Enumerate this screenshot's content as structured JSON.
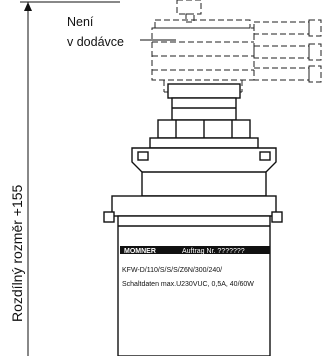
{
  "callout": {
    "line1": "Není",
    "line2": "v dodávce"
  },
  "dimension": {
    "label": "Rozdílný rozměr +155"
  },
  "nameplate": {
    "brand": "MOMNER",
    "order": "Auftrag Nr. ???????",
    "model": "KFW-D/110/S/S/S/Z6N/300/240/",
    "rating": "Schaltdaten max.U230VUC, 0,5A, 40/60W"
  }
}
